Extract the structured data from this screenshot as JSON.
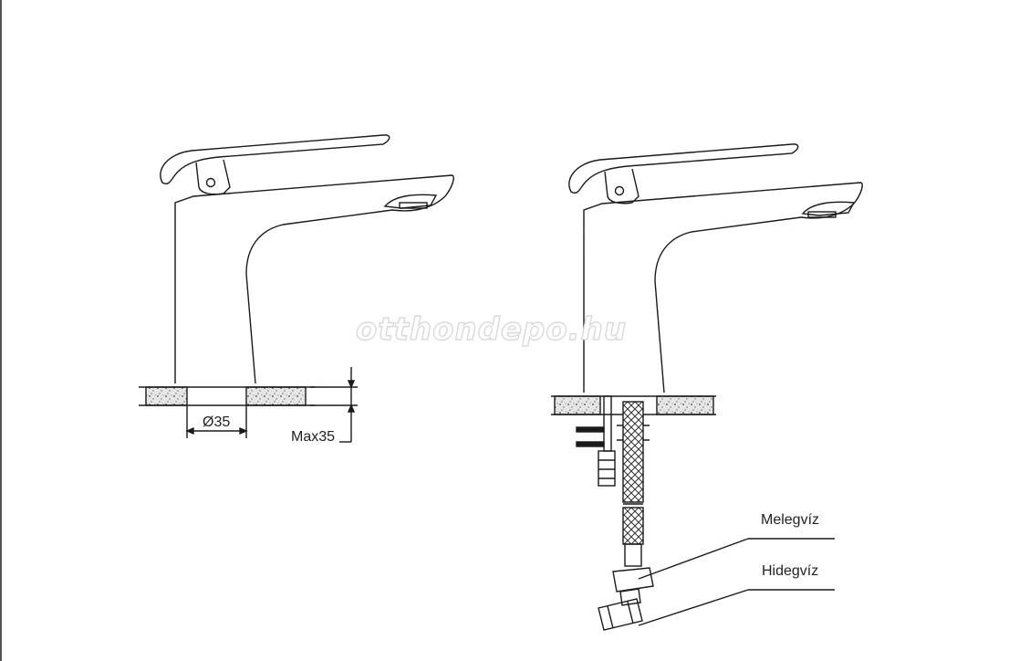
{
  "watermark": "otthondepo.hu",
  "left_view": {
    "hole_diameter_label": "Ø35",
    "max_thickness_label": "Max35"
  },
  "right_view": {
    "hot_water_label": "Melegvíz",
    "cold_water_label": "Hidegvíz"
  },
  "colors": {
    "line": "#1a1a1a",
    "counter_fill": "#dcdcdc",
    "watermark_stroke": "#d9d9d9"
  }
}
